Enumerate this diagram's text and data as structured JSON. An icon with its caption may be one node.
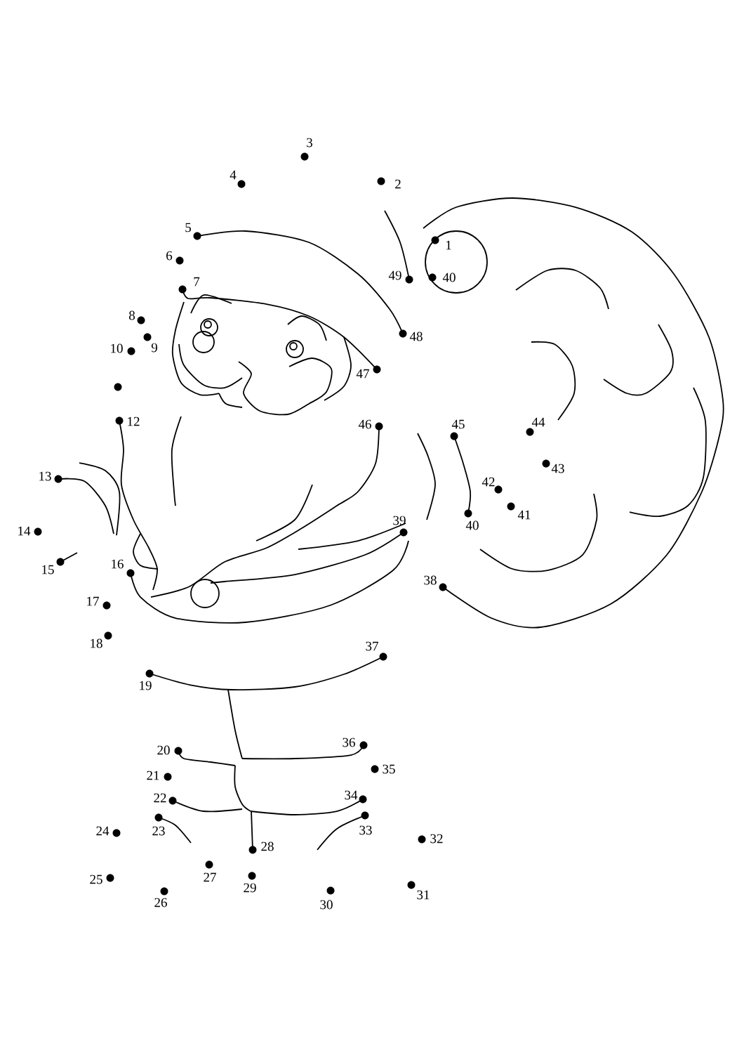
{
  "diagram": {
    "labels": [
      "1",
      "2",
      "3",
      "4",
      "5",
      "6",
      "7",
      "8",
      "9",
      "10",
      "12",
      "13",
      "14",
      "15",
      "16",
      "17",
      "18",
      "19",
      "20",
      "21",
      "22",
      "23",
      "24",
      "25",
      "26",
      "27",
      "28",
      "29",
      "30",
      "31",
      "32",
      "33",
      "34",
      "35",
      "36",
      "37",
      "38",
      "39",
      "40",
      "41",
      "42",
      "43",
      "44",
      "45",
      "46",
      "47",
      "48",
      "49",
      "40"
    ]
  }
}
